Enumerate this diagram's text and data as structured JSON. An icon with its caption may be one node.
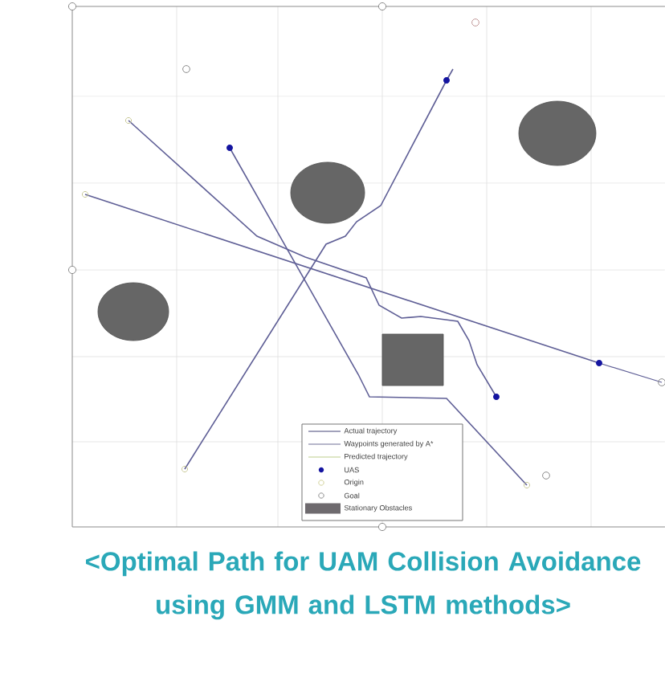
{
  "diagram": {
    "caption": "<Optimal Path for UAM Collision Avoidance using GMM and LSTM methods>",
    "legend": [
      {
        "text": "Actual trajectory"
      },
      {
        "text": "Waypoints generated by A*"
      },
      {
        "text": "Predicted trajectory"
      },
      {
        "text": "UAS"
      },
      {
        "text": "Origin"
      },
      {
        "text": "Goal"
      },
      {
        "text": "Stationary Obstacles",
        "color": "#6e6a6e"
      }
    ]
  }
}
